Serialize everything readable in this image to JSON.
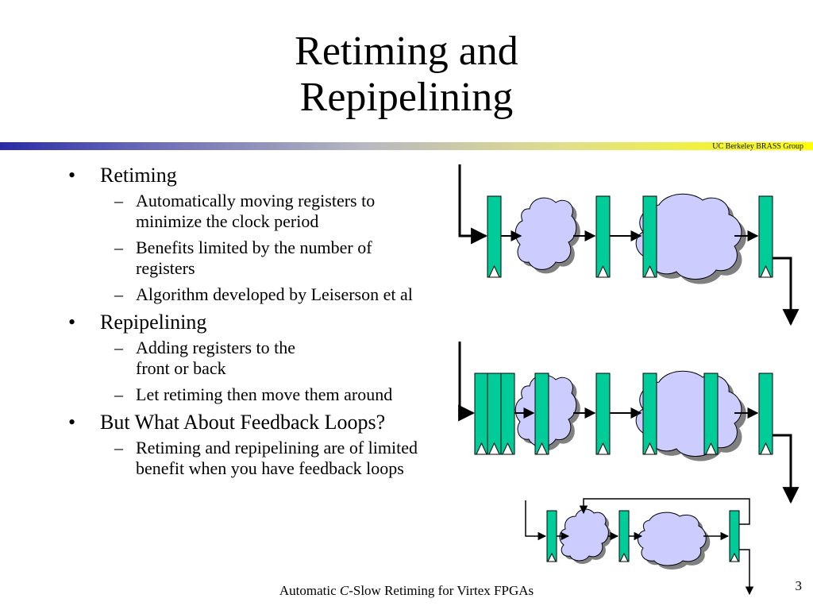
{
  "slide": {
    "title_lines": [
      "Retiming and",
      "Repipelining"
    ],
    "brand": "UC Berkeley BRASS Group",
    "bullets": [
      {
        "text": "Retiming",
        "subs": [
          [
            "Automatically moving registers to",
            "minimize the clock period"
          ],
          [
            "Benefits limited by the number of",
            "registers"
          ],
          [
            "Algorithm developed by Leiserson et al"
          ]
        ]
      },
      {
        "text": "Repipelining",
        "subs": [
          [
            "Adding registers to the",
            "front or back"
          ],
          [
            "Let retiming then move them around"
          ]
        ]
      },
      {
        "text": "But What About Feedback Loops?",
        "subs": [
          [
            "Retiming and repipelining are of limited",
            "benefit when you have feedback loops"
          ]
        ]
      }
    ],
    "footer_prefix": "Automatic ",
    "footer_italic": "C",
    "footer_suffix": "-Slow Retiming for Virtex FPGAs",
    "page_number": "3"
  },
  "colors": {
    "register_fill": "#00cc99",
    "cloud_fill": "#ccccff",
    "cloud_shadow": "#808080",
    "band_start": "#2b2ba8",
    "band_end": "#ffff00"
  },
  "icons": {
    "register": "register-block",
    "logic": "combinational-logic-cloud",
    "arrow": "arrow-head"
  }
}
